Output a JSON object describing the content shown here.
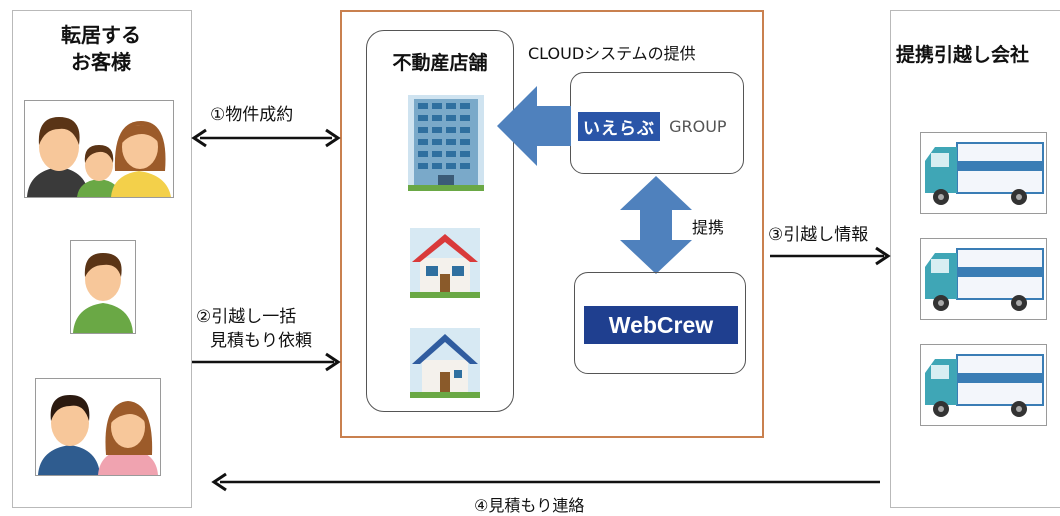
{
  "left_panel": {
    "title_line1": "転居する",
    "title_line2": "お客様"
  },
  "right_panel": {
    "title": "提携引越し会社"
  },
  "center": {
    "store_title": "不動産店舗",
    "cloud_title": "CLOUDシステムの提供",
    "ierabu_logo": "いえらぶ",
    "ierabu_group": "GROUP",
    "webcrew_logo": "WebCrew",
    "partner_label": "提携"
  },
  "arrows": {
    "step1": "①物件成約",
    "step2_line1": "②引越し一括",
    "step2_line2": "見積もり依頼",
    "step3": "③引越し情報",
    "step4": "④見積もり連絡"
  },
  "colors": {
    "frame_orange": "#c9804f",
    "arrow_blue": "#4f81bd",
    "webcrew_blue": "#1f3f8f",
    "ierabu_blue": "#2a55a8",
    "truck_teal": "#3fa6b6"
  }
}
